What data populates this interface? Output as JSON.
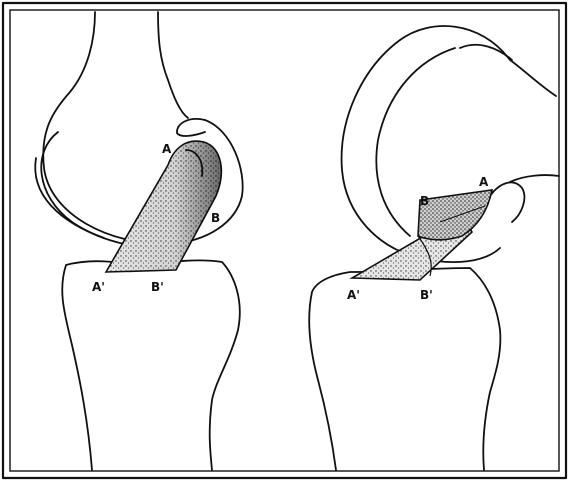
{
  "diagrams": [
    {
      "labels": {
        "a": "A",
        "b": "B",
        "a_prime": "A'",
        "b_prime": "B'"
      }
    },
    {
      "labels": {
        "a": "A",
        "b": "B",
        "a_prime": "A'",
        "b_prime": "B'"
      }
    }
  ]
}
